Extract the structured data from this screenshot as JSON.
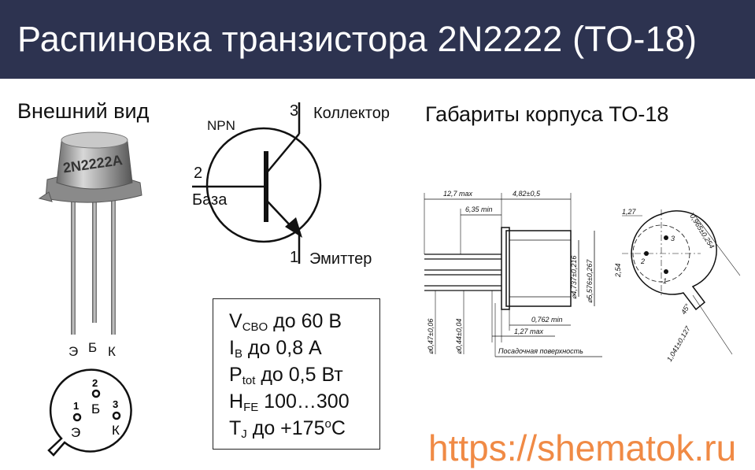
{
  "header": {
    "title": "Распиновка транзистора 2N2222 (TO-18)"
  },
  "external_view": {
    "title": "Внешний вид",
    "body_marking": "2N2222A",
    "leg_labels": [
      "Э",
      "Б",
      "К"
    ],
    "bottom_view": {
      "pin_numbers": [
        "1",
        "2",
        "3"
      ],
      "pin_letters": [
        "Э",
        "Б",
        "К"
      ]
    }
  },
  "schematic": {
    "type_label": "NPN",
    "collector": {
      "number": "3",
      "name": "Коллектор"
    },
    "base": {
      "number": "2",
      "name": "База"
    },
    "emitter": {
      "number": "1",
      "name": "Эмиттер"
    }
  },
  "specs": {
    "vcbo": {
      "symbol": "V",
      "sub": "CBO",
      "text": " до 60 В"
    },
    "ib": {
      "symbol": "I",
      "sub": "B",
      "text": " до 0,8 А"
    },
    "ptot": {
      "symbol": "P",
      "sub": "tot",
      "text": " до 0,5 Вт"
    },
    "hfe": {
      "symbol": "H",
      "sub": "FE",
      "text": " 100…300"
    },
    "tj": {
      "symbol": "T",
      "sub": "J",
      "text": " до +175",
      "sup": "o",
      "unit": "C"
    }
  },
  "dimensions": {
    "title": "Габариты корпуса TO-18",
    "labels": {
      "length_max": "12,7 max",
      "cap_height": "4,82±0,5",
      "min_lead": "6,35 min",
      "d_inner": "⌀4,737±0,216",
      "d_outer": "⌀5,576±0,267",
      "lead_d1": "⌀0,47±0,06",
      "lead_d2": "⌀0,44±0,04",
      "flange_min": "0,762 min",
      "flange_max": "1,27 max",
      "seating": "Посадочная поверхность",
      "pitch_127": "1,27",
      "tab_width": "0,965±0,254",
      "pitch_254": "2,54",
      "angle": "45°",
      "tab_len": "1,041±0,127",
      "pins": [
        "1",
        "2",
        "3"
      ]
    }
  },
  "footer": {
    "website": "https://shematok.ru"
  }
}
